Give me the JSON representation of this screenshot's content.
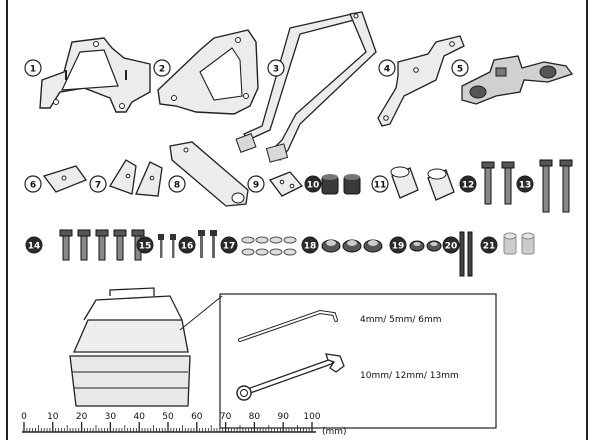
{
  "parts_outline": [
    {
      "id": "1",
      "style": "outline"
    },
    {
      "id": "2",
      "style": "outline"
    },
    {
      "id": "3",
      "style": "outline"
    },
    {
      "id": "4",
      "style": "outline"
    },
    {
      "id": "5",
      "style": "outline"
    },
    {
      "id": "6",
      "style": "outline"
    },
    {
      "id": "7",
      "style": "outline"
    },
    {
      "id": "8",
      "style": "outline"
    },
    {
      "id": "9",
      "style": "outline"
    },
    {
      "id": "11",
      "style": "outline"
    }
  ],
  "parts_filled": [
    {
      "id": "10"
    },
    {
      "id": "12"
    },
    {
      "id": "13"
    },
    {
      "id": "14"
    },
    {
      "id": "15"
    },
    {
      "id": "16"
    },
    {
      "id": "17"
    },
    {
      "id": "18"
    },
    {
      "id": "19"
    },
    {
      "id": "20"
    },
    {
      "id": "21"
    }
  ],
  "tools": {
    "allen_keys": "4mm/ 5mm/ 6mm",
    "wrenches": "10mm/ 12mm/ 13mm"
  },
  "ruler": {
    "ticks": [
      "0",
      "10",
      "20",
      "30",
      "40",
      "50",
      "60",
      "70",
      "80",
      "90",
      "100"
    ],
    "unit": "(mm)"
  },
  "colors": {
    "ink": "#222222",
    "part_fill": "#e6e6e6",
    "part_dark": "#8a8a8a",
    "badge": "#2a2a2a"
  }
}
